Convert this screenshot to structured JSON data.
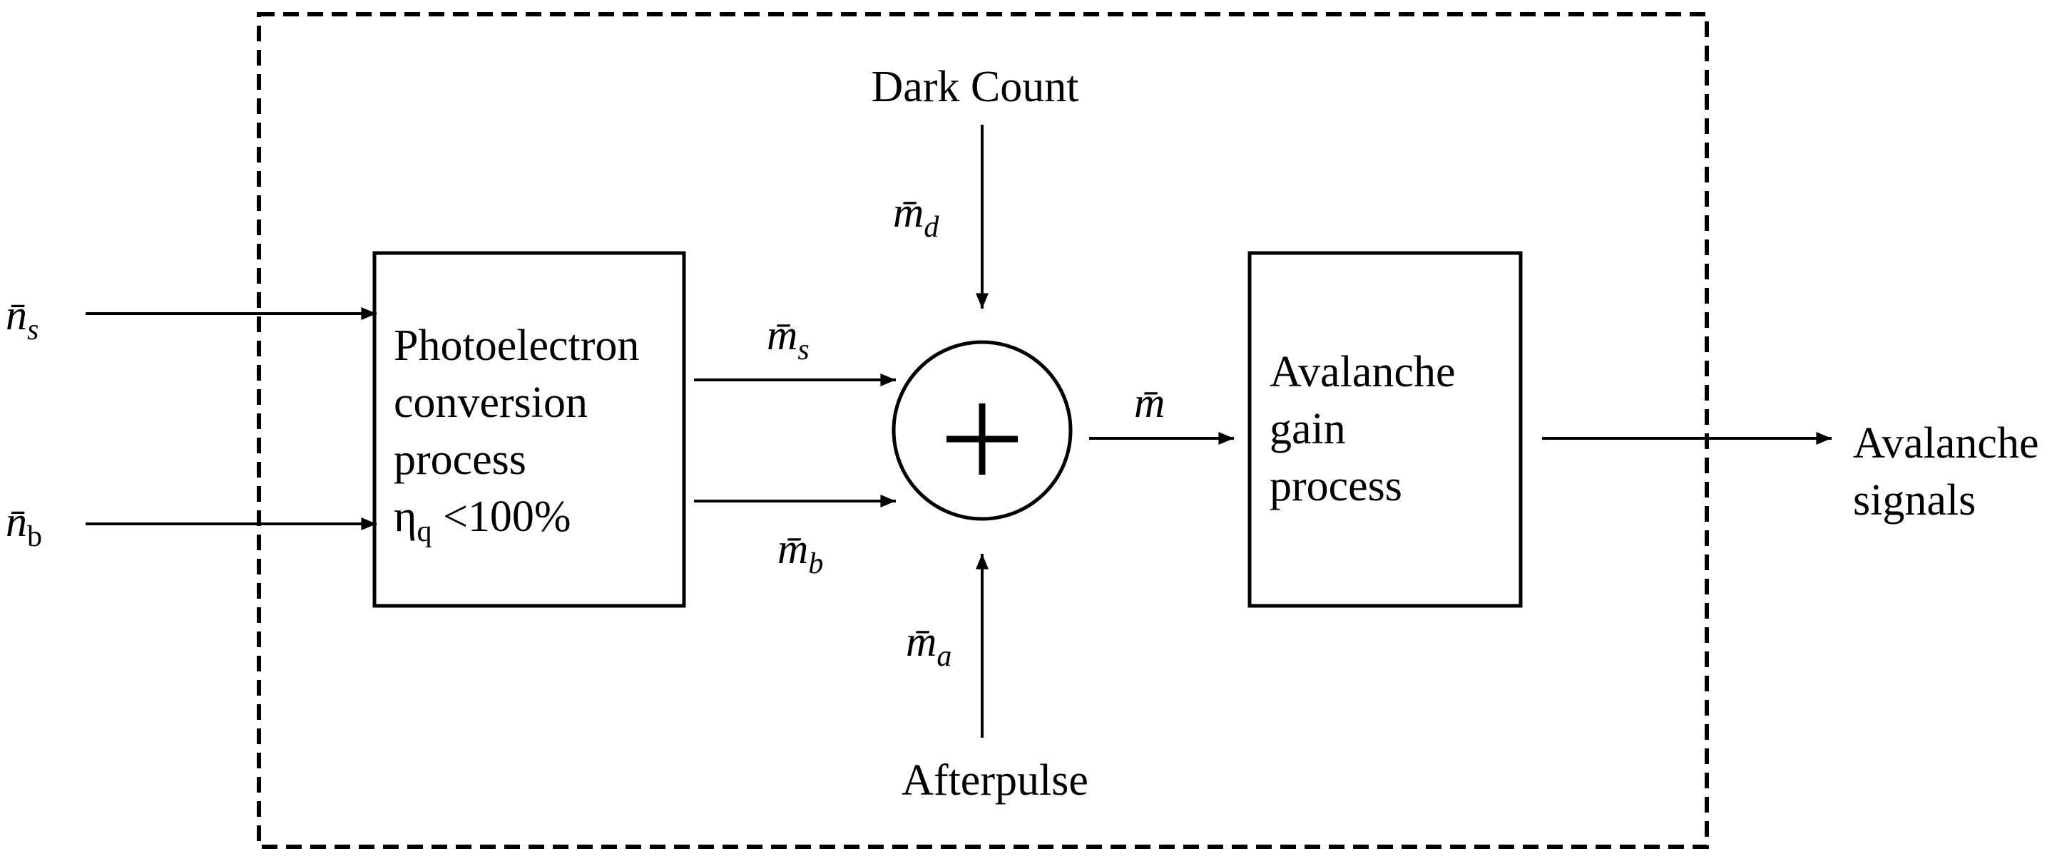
{
  "colors": {
    "stroke": "#000000",
    "background": "#ffffff"
  },
  "inputs": {
    "n_s": {
      "base": "n̄",
      "sub": "s"
    },
    "n_b": {
      "base": "n̄",
      "sub": "b"
    }
  },
  "photo_block": {
    "line1": "Photoelectron",
    "line2": "conversion",
    "line3": "process",
    "eta": "η",
    "eta_sub": "q",
    "efficiency": " <100%"
  },
  "mid_signals": {
    "m_s": {
      "base": "m̄",
      "sub": "s"
    },
    "m_b": {
      "base": "m̄",
      "sub": "b"
    },
    "m_d": {
      "base": "m̄",
      "sub": "d"
    },
    "m_a": {
      "base": "m̄",
      "sub": "a"
    },
    "m": {
      "base": "m̄"
    }
  },
  "dark_count_label": "Dark Count",
  "afterpulse_label": "Afterpulse",
  "summing_junction_symbol": "+",
  "avalanche_block": {
    "line1": "Avalanche",
    "line2": "gain",
    "line3": "process"
  },
  "output": {
    "line1": "Avalanche",
    "line2": "signals"
  }
}
